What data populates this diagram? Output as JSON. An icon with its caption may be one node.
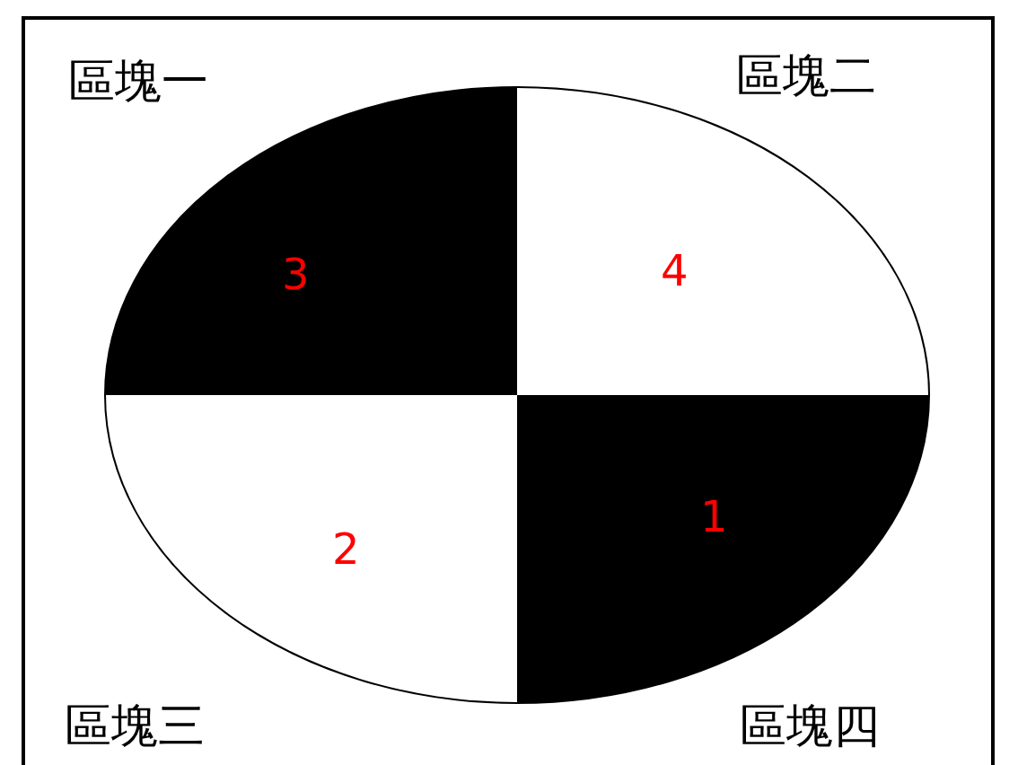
{
  "diagram": {
    "nodes": [
      {
        "text": [],
        "shape": "ellipse"
      },
      {
        "text": [
          "3"
        ],
        "in": 0
      },
      {
        "text": [
          "4"
        ],
        "in": 0
      },
      {
        "text": [
          "2"
        ],
        "in": 0
      },
      {
        "text": [
          "1"
        ],
        "in": 0
      }
    ],
    "labels": [
      "區塊一",
      "區塊二",
      "區塊三",
      "區塊四"
    ]
  }
}
